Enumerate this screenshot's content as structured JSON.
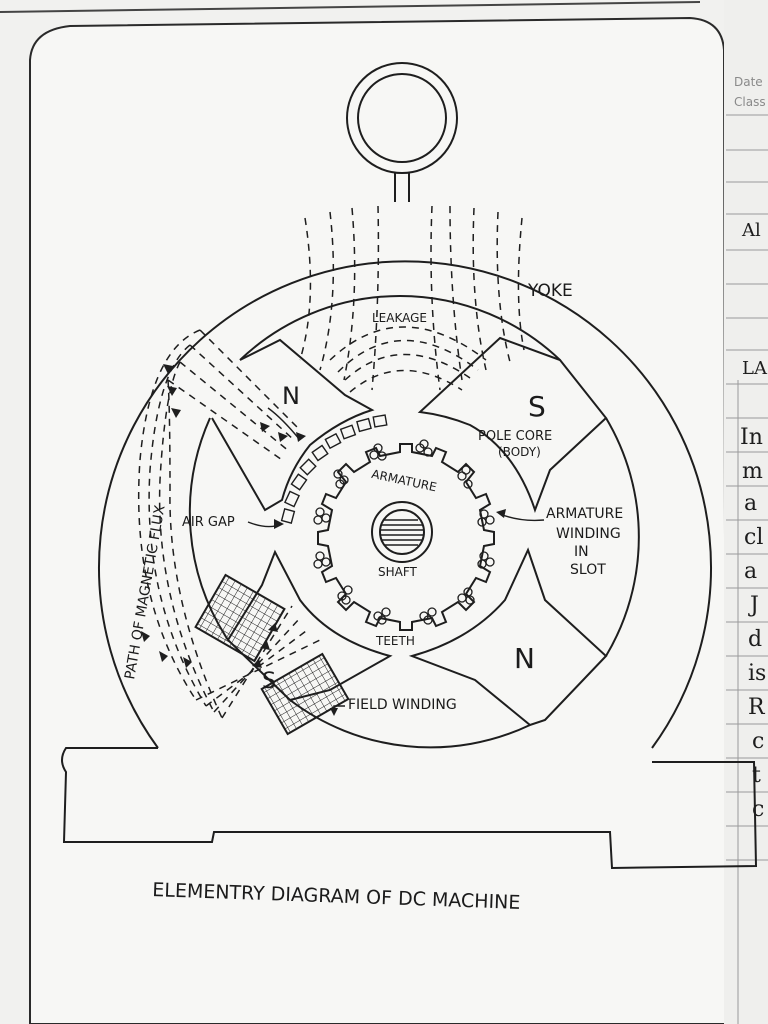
{
  "diagram": {
    "caption": "ELEMENTRY  DIAGRAM OF DC MACHINE",
    "labels": {
      "yoke": "YOKE",
      "leakage": "LEAKAGE",
      "pole_n_top": "N",
      "pole_s_top": "S",
      "pole_n_bottom": "N",
      "pole_s_bottom": "S",
      "pole_core_line1": "POLE CORE",
      "pole_core_line2": "(BODY)",
      "armature": "ARMATURE",
      "armature_winding_line1": "ARMATURE",
      "armature_winding_line2": "WINDING",
      "armature_winding_line3": "IN",
      "armature_winding_line4": "SLOT",
      "air_gap": "AIR GAP",
      "shaft": "SHAFT",
      "teeth": "TEETH",
      "field_winding": "FIELD WINDING",
      "path_of_flux": "PATH OF MAGNETIC FLUX"
    }
  },
  "next_page": {
    "date_label": "Date",
    "class_label": "Class",
    "fragments": [
      "Al",
      "LA",
      "In",
      "m",
      "a",
      "cl",
      "a",
      "J",
      "d",
      "is",
      "R",
      "c",
      "t",
      "c"
    ]
  }
}
